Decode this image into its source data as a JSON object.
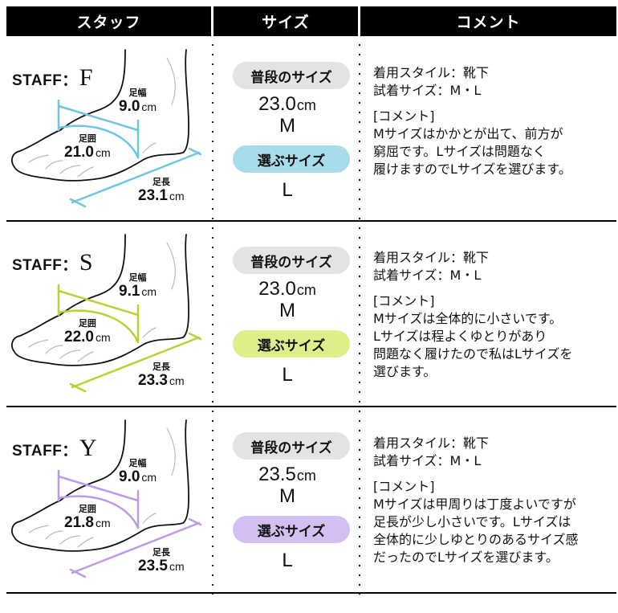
{
  "header": {
    "col_staff": "スタッフ",
    "col_size": "サイズ",
    "col_comment": "コメント"
  },
  "labels": {
    "staff_prefix": "STAFF：",
    "foot_width": "足幅",
    "foot_girth": "足囲",
    "foot_length": "足長",
    "unit": "cm",
    "usual_size": "普段のサイズ",
    "chosen_size": "選ぶサイズ"
  },
  "rows": [
    {
      "staff": "F",
      "accent": "#6ec6e0",
      "pill_color": "#a9dcea",
      "foot_width": "9.0",
      "foot_girth": "21.0",
      "foot_length": "23.1",
      "usual_cm": "23.0",
      "usual_size": "M",
      "chosen_size": "L",
      "style_line": "着用スタイル：靴下",
      "tried_line": "試着サイズ：M・L",
      "comment_heading": "[コメント]",
      "comment_lines": [
        "Mサイズはかかとが出て、前方が",
        "窮屈です。Lサイズは問題なく",
        "履けますのでLサイズを選びます。"
      ]
    },
    {
      "staff": "S",
      "accent": "#b5d334",
      "pill_color": "#dcef88",
      "foot_width": "9.1",
      "foot_girth": "22.0",
      "foot_length": "23.3",
      "usual_cm": "23.0",
      "usual_size": "M",
      "chosen_size": "L",
      "style_line": "着用スタイル：靴下",
      "tried_line": "試着サイズ：M・L",
      "comment_heading": "[コメント]",
      "comment_lines": [
        "Mサイズは全体的に小さいです。",
        "Lサイズは程よくゆとりがあり",
        "問題なく履けたので私はLサイズを",
        "選びます。"
      ]
    },
    {
      "staff": "Y",
      "accent": "#b99be8",
      "pill_color": "#d3bff2",
      "foot_width": "9.0",
      "foot_girth": "21.8",
      "foot_length": "23.5",
      "usual_cm": "23.5",
      "usual_size": "M",
      "chosen_size": "L",
      "style_line": "着用スタイル：靴下",
      "tried_line": "試着サイズ：M・L",
      "comment_heading": "[コメント]",
      "comment_lines": [
        "Mサイズは甲周りは丁度よいですが",
        "足長が少し小さいです。Lサイズは",
        "全体的に少しゆとりのあるサイズ感",
        "だったのでLサイズを選びます。"
      ]
    }
  ]
}
